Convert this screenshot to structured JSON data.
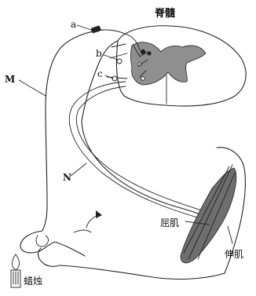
{
  "labels": {
    "spinal_cord": "脊髓",
    "a": "a",
    "b": "b",
    "c": "c",
    "M": "M",
    "N": "N",
    "flexor": "屈肌",
    "extensor": "伸肌",
    "candle": "蜡烛"
  },
  "colors": {
    "gray_matter": "#8f8f8f",
    "muscle": "#6e6e6e",
    "outline": "#222222",
    "background": "#ffffff"
  }
}
